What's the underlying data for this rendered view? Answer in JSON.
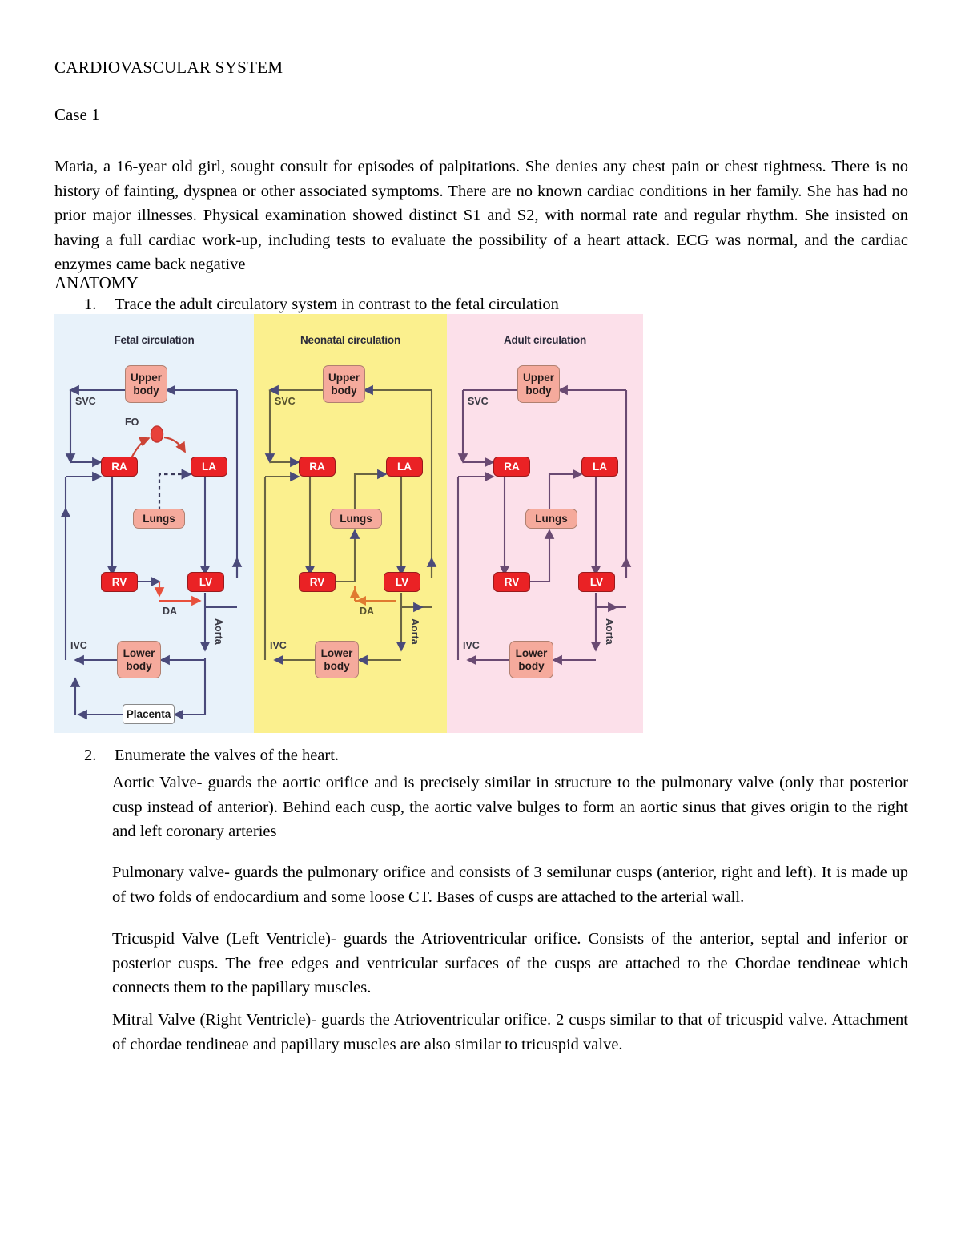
{
  "document": {
    "title": "CARDIOVASCULAR SYSTEM",
    "case_label": "Case 1",
    "case_body": "Maria, a 16-year old girl, sought consult for episodes of palpitations. She denies any chest pain or chest tightness. There is no history of fainting, dyspnea or other associated symptoms. There are no known cardiac conditions in her family. She has had no prior major illnesses. Physical examination showed distinct S1 and S2, with normal rate and regular rhythm. She insisted on having a full cardiac work-up, including tests to evaluate the possibility of a heart attack. ECG was normal, and the cardiac enzymes came back negative",
    "section_heading": "ANATOMY"
  },
  "questions": [
    {
      "number": "1.",
      "text": "Trace the adult circulatory system in contrast to the fetal circulation"
    },
    {
      "number": "2.",
      "text": "Enumerate the valves of the heart."
    }
  ],
  "valves": {
    "aortic": "Aortic Valve- guards the aortic orifice and is precisely similar in structure to the pulmonary valve (only that posterior cusp instead of anterior). Behind each cusp, the aortic valve bulges to form an aortic sinus that gives origin to the right and left coronary arteries",
    "pulmonary": "Pulmonary valve- guards the pulmonary orifice and consists of 3 semilunar cusps (anterior, right and left). It is made up of two folds of endocardium and some loose CT. Bases of cusps are attached to the arterial wall.",
    "tricuspid": "Tricuspid Valve (Left Ventricle)- guards the Atrioventricular orifice. Consists of the anterior, septal and inferior or posterior cusps. The free edges and ventricular surfaces of the cusps are attached to the Chordae tendineae which connects them to the papillary muscles.",
    "mitral": "Mitral Valve (Right Ventricle)- guards the Atrioventricular orifice. 2 cusps similar to that of tricuspid valve. Attachment of chordae tendineae and papillary muscles are also similar to tricuspid valve."
  },
  "figure": {
    "colors": {
      "fetal_background": "#e8f2fa",
      "neonatal_background": "#fbf08e",
      "adult_background": "#fce0ea",
      "organ_box": "#f5aa9c",
      "chamber_box": "#ea2225",
      "placenta_box": "#ffffff",
      "vessel_line": "#4a4a7a",
      "shunt_line": "#e8503c",
      "neonatal_line": "#6a6030",
      "adult_line": "#7a5a7a"
    },
    "panels": [
      {
        "title": "Fetal circulation",
        "nodes": {
          "upper_body": "Upper body",
          "ra": "RA",
          "la": "LA",
          "lungs": "Lungs",
          "rv": "RV",
          "lv": "LV",
          "lower_body": "Lower body",
          "placenta": "Placenta"
        },
        "labels": {
          "svc": "SVC",
          "ivc": "IVC",
          "fo": "FO",
          "da": "DA",
          "aorta": "Aorta"
        }
      },
      {
        "title": "Neonatal circulation",
        "nodes": {
          "upper_body": "Upper body",
          "ra": "RA",
          "la": "LA",
          "lungs": "Lungs",
          "rv": "RV",
          "lv": "LV",
          "lower_body": "Lower body"
        },
        "labels": {
          "svc": "SVC",
          "ivc": "IVC",
          "da": "DA",
          "aorta": "Aorta"
        }
      },
      {
        "title": "Adult circulation",
        "nodes": {
          "upper_body": "Upper body",
          "ra": "RA",
          "la": "LA",
          "lungs": "Lungs",
          "rv": "RV",
          "lv": "LV",
          "lower_body": "Lower body"
        },
        "labels": {
          "svc": "SVC",
          "ivc": "IVC",
          "aorta": "Aorta"
        }
      }
    ]
  }
}
